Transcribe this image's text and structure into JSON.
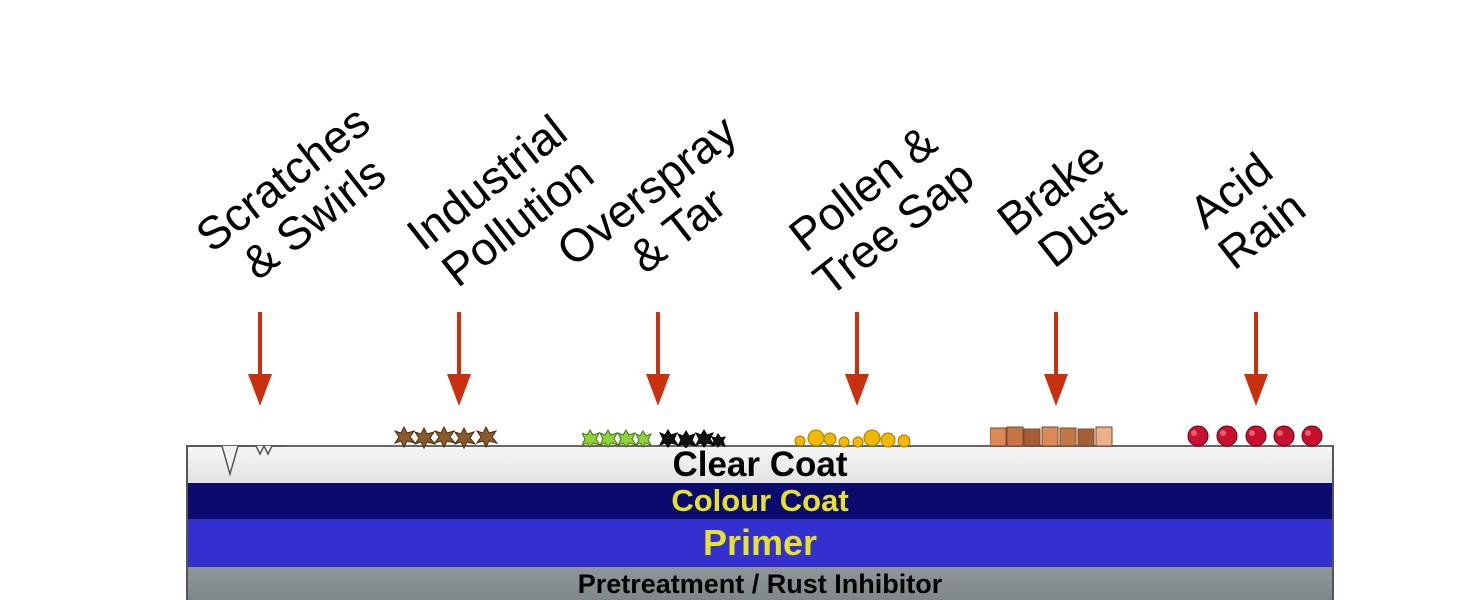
{
  "contaminants": [
    {
      "line1": "Scratches",
      "line2": "& Swirls"
    },
    {
      "line1": "Industrial",
      "line2": "Pollution"
    },
    {
      "line1": "Overspray",
      "line2": "& Tar"
    },
    {
      "line1": "Pollen &",
      "line2": "Tree Sap"
    },
    {
      "line1": "Brake",
      "line2": "Dust"
    },
    {
      "line1": "Acid",
      "line2": "Rain"
    }
  ],
  "layers": {
    "clear_coat": "Clear Coat",
    "colour_coat": "Colour Coat",
    "primer": "Primer",
    "pretreatment": "Pretreatment / Rust Inhibitor"
  },
  "colors": {
    "arrow": "#c8300e",
    "clear_coat": "#efefef",
    "colour_coat": "#0b0a6e",
    "primer": "#3430cf",
    "pretreatment": "#858d91",
    "layer_text_highlight": "#e6e22a",
    "industrial_pollution": "#8a5a2b",
    "overspray": "#8ed13a",
    "tar": "#111111",
    "pollen": "#f0b800",
    "brake_dust": "#c98a5e",
    "acid_rain": "#c8102e"
  }
}
